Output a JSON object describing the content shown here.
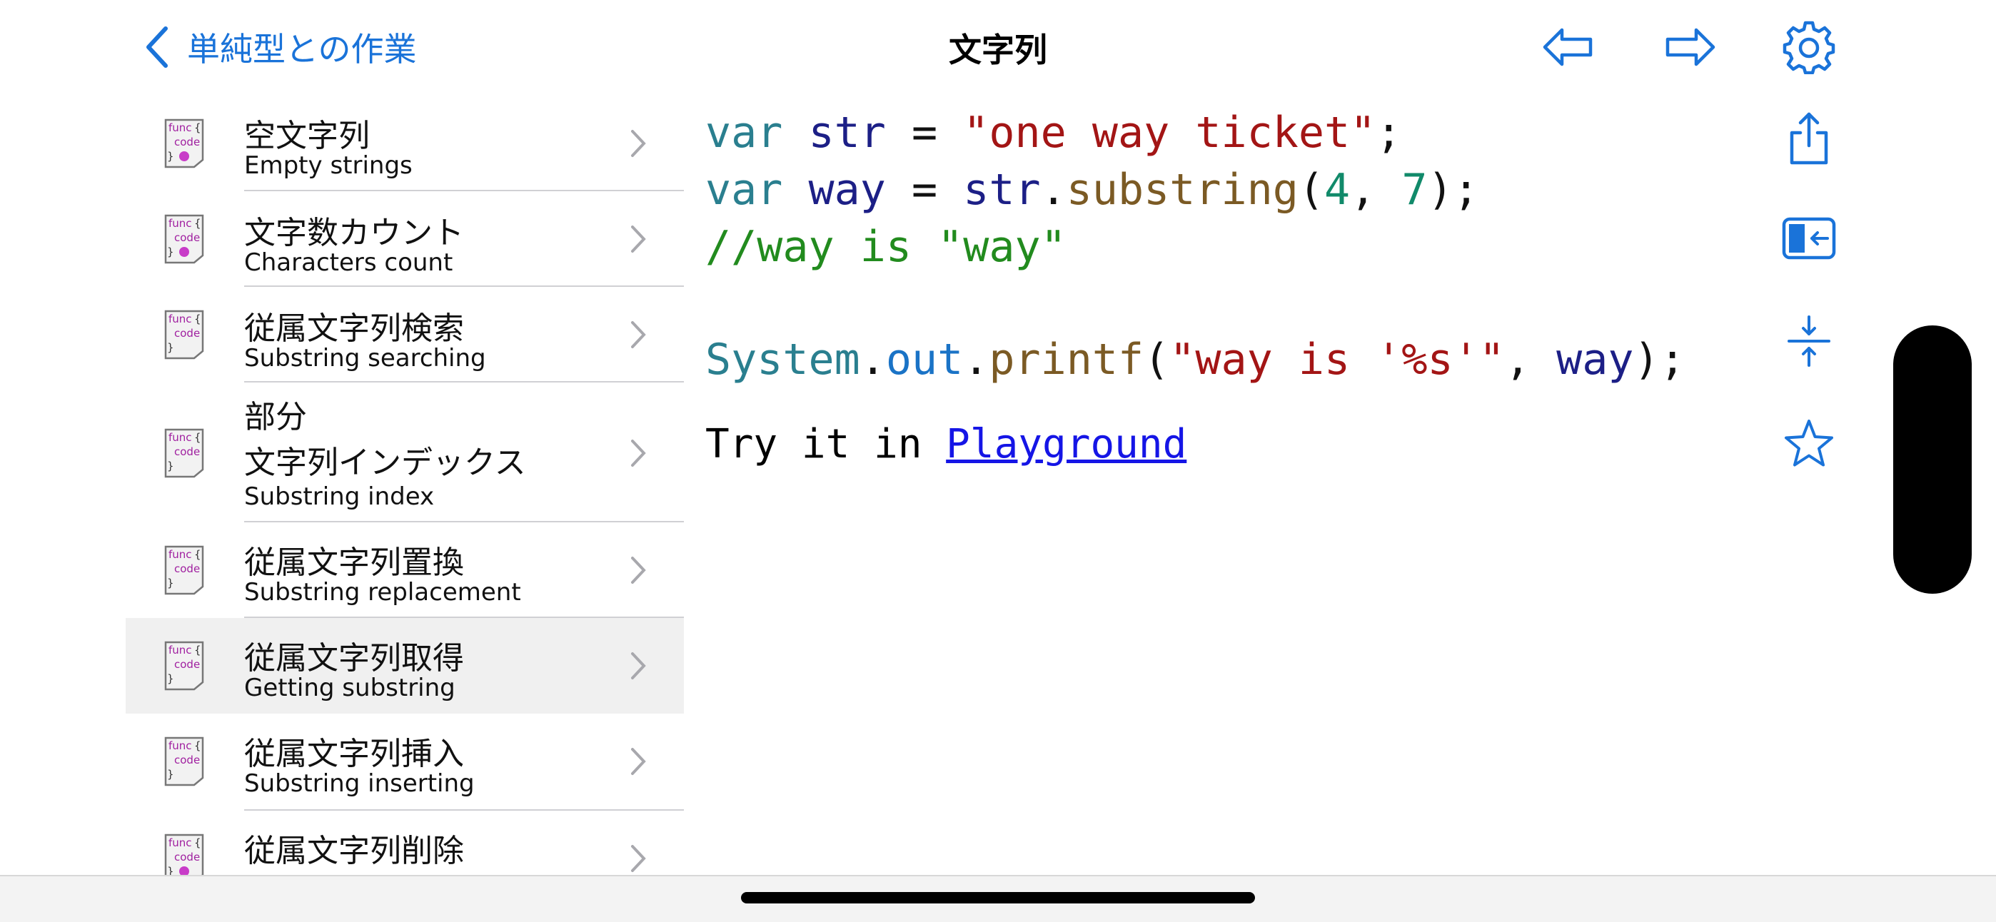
{
  "nav": {
    "back_label": "単純型との作業",
    "title": "文字列"
  },
  "list": [
    {
      "jp": "空文字列",
      "en": "Empty strings",
      "icon_text": [
        "func{",
        "code",
        "}"
      ],
      "dot": true
    },
    {
      "jp": "文字数カウント",
      "en": "Characters count",
      "icon_text": [
        "func{",
        "code",
        "}"
      ],
      "dot": true
    },
    {
      "jp": "従属文字列検索",
      "en": "Substring searching",
      "icon_text": [
        "func{",
        "code",
        "}"
      ],
      "dot": false
    },
    {
      "jp1": "部分",
      "jp2": "文字列インデックス",
      "en": "Substring index",
      "icon_text": [
        "func{",
        "code",
        "}"
      ],
      "dot": false
    },
    {
      "jp": "従属文字列置換",
      "en": "Substring replacement",
      "icon_text": [
        "func{",
        "code",
        "}"
      ],
      "dot": false
    },
    {
      "jp": "従属文字列取得",
      "en": "Getting substring",
      "icon_text": [
        "func{",
        "code",
        "}"
      ],
      "dot": false,
      "selected": true
    },
    {
      "jp": "従属文字列挿入",
      "en": "Substring inserting",
      "icon_text": [
        "func{",
        "code",
        "}"
      ],
      "dot": false
    },
    {
      "jp": "従属文字列削除",
      "en": "",
      "icon_text": [
        "func{",
        "code",
        "}"
      ],
      "dot": true
    }
  ],
  "code": {
    "line1": {
      "kw": "var",
      "var": "str",
      "op": " = ",
      "str": "\"one way ticket\"",
      "end": ";"
    },
    "line2": {
      "kw": "var",
      "var": "way",
      "op": " = ",
      "obj": "str",
      "dot": ".",
      "fn": "substring",
      "open": "(",
      "n1": "4",
      "comma": ", ",
      "n2": "7",
      "close": ");"
    },
    "line3": "//way is \"way\"",
    "line4": {
      "cls": "System",
      "dot1": ".",
      "field": "out",
      "dot2": ".",
      "fn": "printf",
      "open": "(",
      "str": "\"way is '%s'\"",
      "comma": ", ",
      "arg": "way",
      "close": ");"
    },
    "try_prefix": "Try it in ",
    "try_link": "Playground"
  },
  "colors": {
    "accent": "#1a73d9"
  }
}
